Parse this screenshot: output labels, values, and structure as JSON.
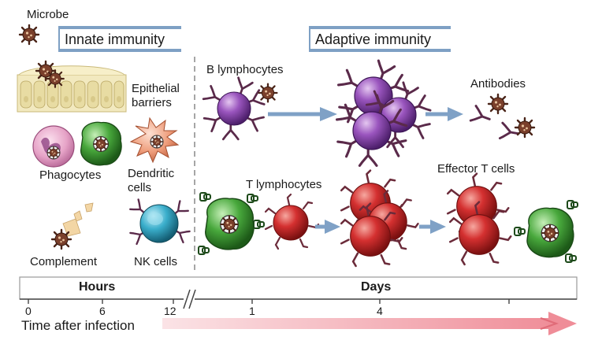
{
  "labels": {
    "microbe": "Microbe",
    "innate_immunity": "Innate immunity",
    "adaptive_immunity": "Adaptive immunity",
    "epithelial_1": "Epithelial",
    "epithelial_2": "barriers",
    "phagocytes": "Phagocytes",
    "dendritic_1": "Dendritic",
    "dendritic_2": "cells",
    "complement": "Complement",
    "nk_cells": "NK cells",
    "b_lymphocytes": "B lymphocytes",
    "antibodies": "Antibodies",
    "t_lymphocytes": "T lymphocytes",
    "effector_t_cells": "Effector T cells"
  },
  "timeline": {
    "hours_label": "Hours",
    "days_label": "Days",
    "ticks": [
      "0",
      "6",
      "12",
      "1",
      "4"
    ],
    "axis_title": "Time after infection"
  },
  "colors": {
    "b_cell": "#8a4bab",
    "t_cell": "#cf2d2d",
    "phagocyte": "#3c9a3c",
    "dendritic": "#e58f6a",
    "nk_cell": "#35a8c3",
    "microbe": "#6b3a2a",
    "arrow": "#7fa1c6",
    "time_arrow": "#f2a6ad",
    "header_bar": "#7ea0c4"
  }
}
